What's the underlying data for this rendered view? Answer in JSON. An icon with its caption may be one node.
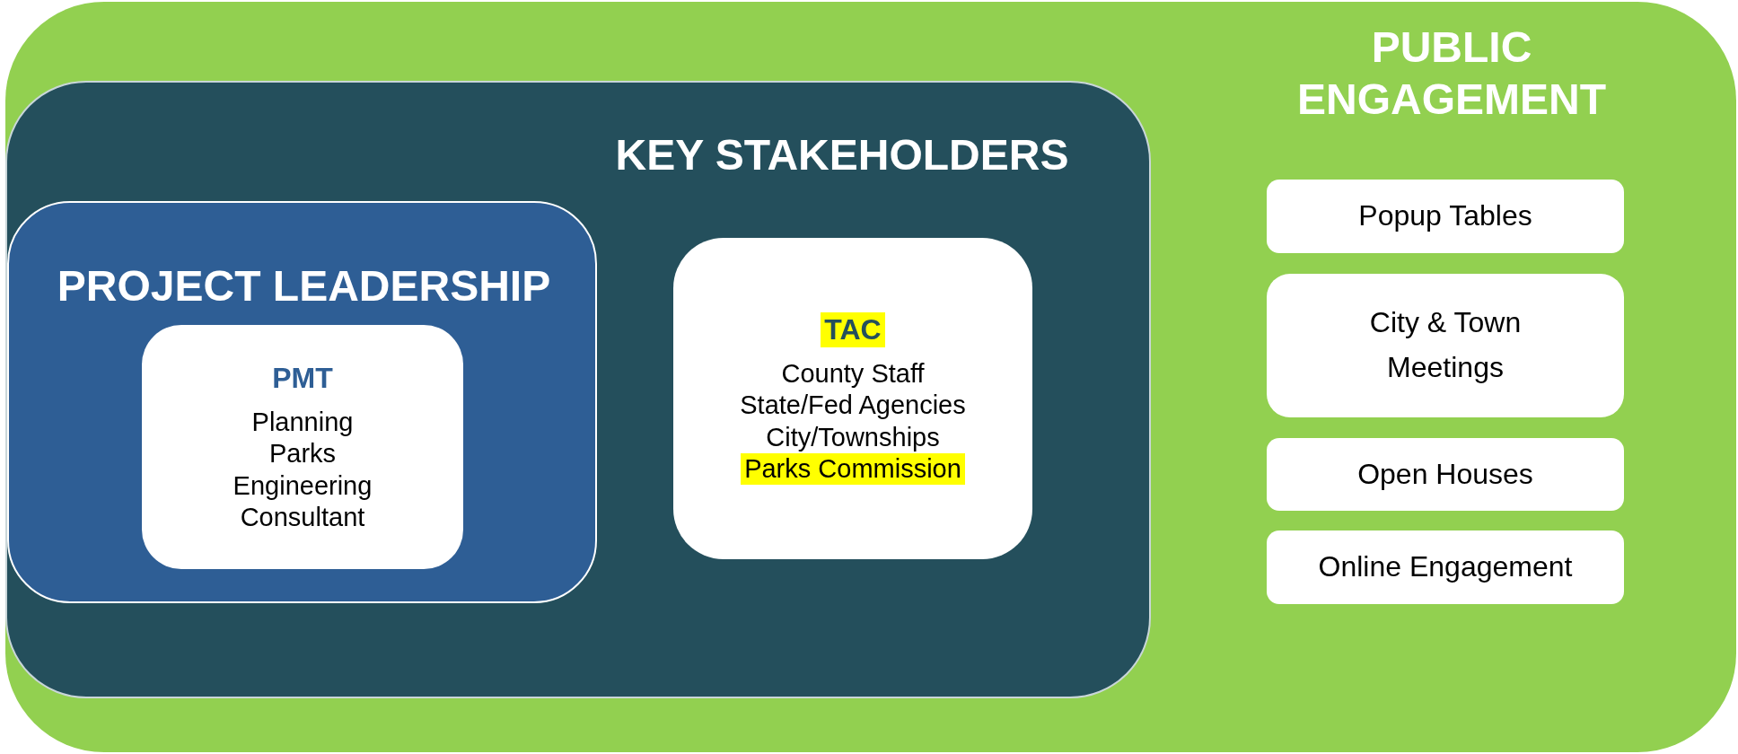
{
  "diagram": {
    "nodes": [
      {
        "text": [
          "PUBLIC ENGAGEMENT"
        ]
      },
      {
        "text": [
          "KEY STAKEHOLDERS"
        ],
        "in": 0
      },
      {
        "text": [
          "PROJECT LEADERSHIP"
        ],
        "in": 1
      },
      {
        "text": [
          "PMT",
          "Planning",
          "Parks",
          "Engineering",
          "Consultant"
        ],
        "in": 2
      },
      {
        "text": [
          "TAC",
          "County Staff",
          "State/Fed Agencies",
          "City/Townships",
          "Parks Commission"
        ],
        "in": 1
      },
      {
        "text": [
          "Popup Tables"
        ],
        "in": 0
      },
      {
        "text": [
          "City & Town Meetings"
        ],
        "in": 0
      },
      {
        "text": [
          "Open Houses"
        ],
        "in": 0
      },
      {
        "text": [
          "Online Engagement"
        ],
        "in": 0
      }
    ]
  }
}
